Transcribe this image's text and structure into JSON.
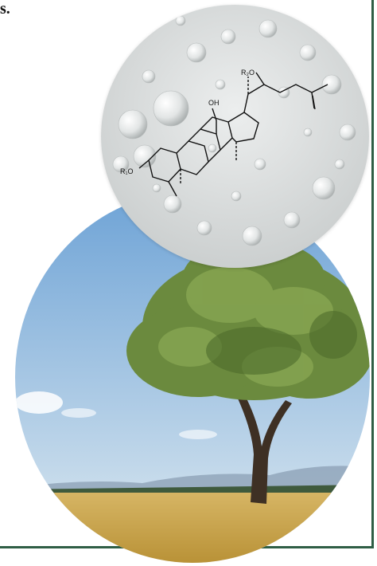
{
  "corner_text": "s.",
  "molecule": {
    "r2o_label": "R₂O",
    "oh_label": "OH",
    "r1o_label": "R₁O"
  },
  "colors": {
    "frame": "#2f5e45",
    "sky_top": "#6ea3d6",
    "sky_bottom": "#dbe8f2",
    "grass": "#c9a24a",
    "foam": "#d9dcdc"
  }
}
